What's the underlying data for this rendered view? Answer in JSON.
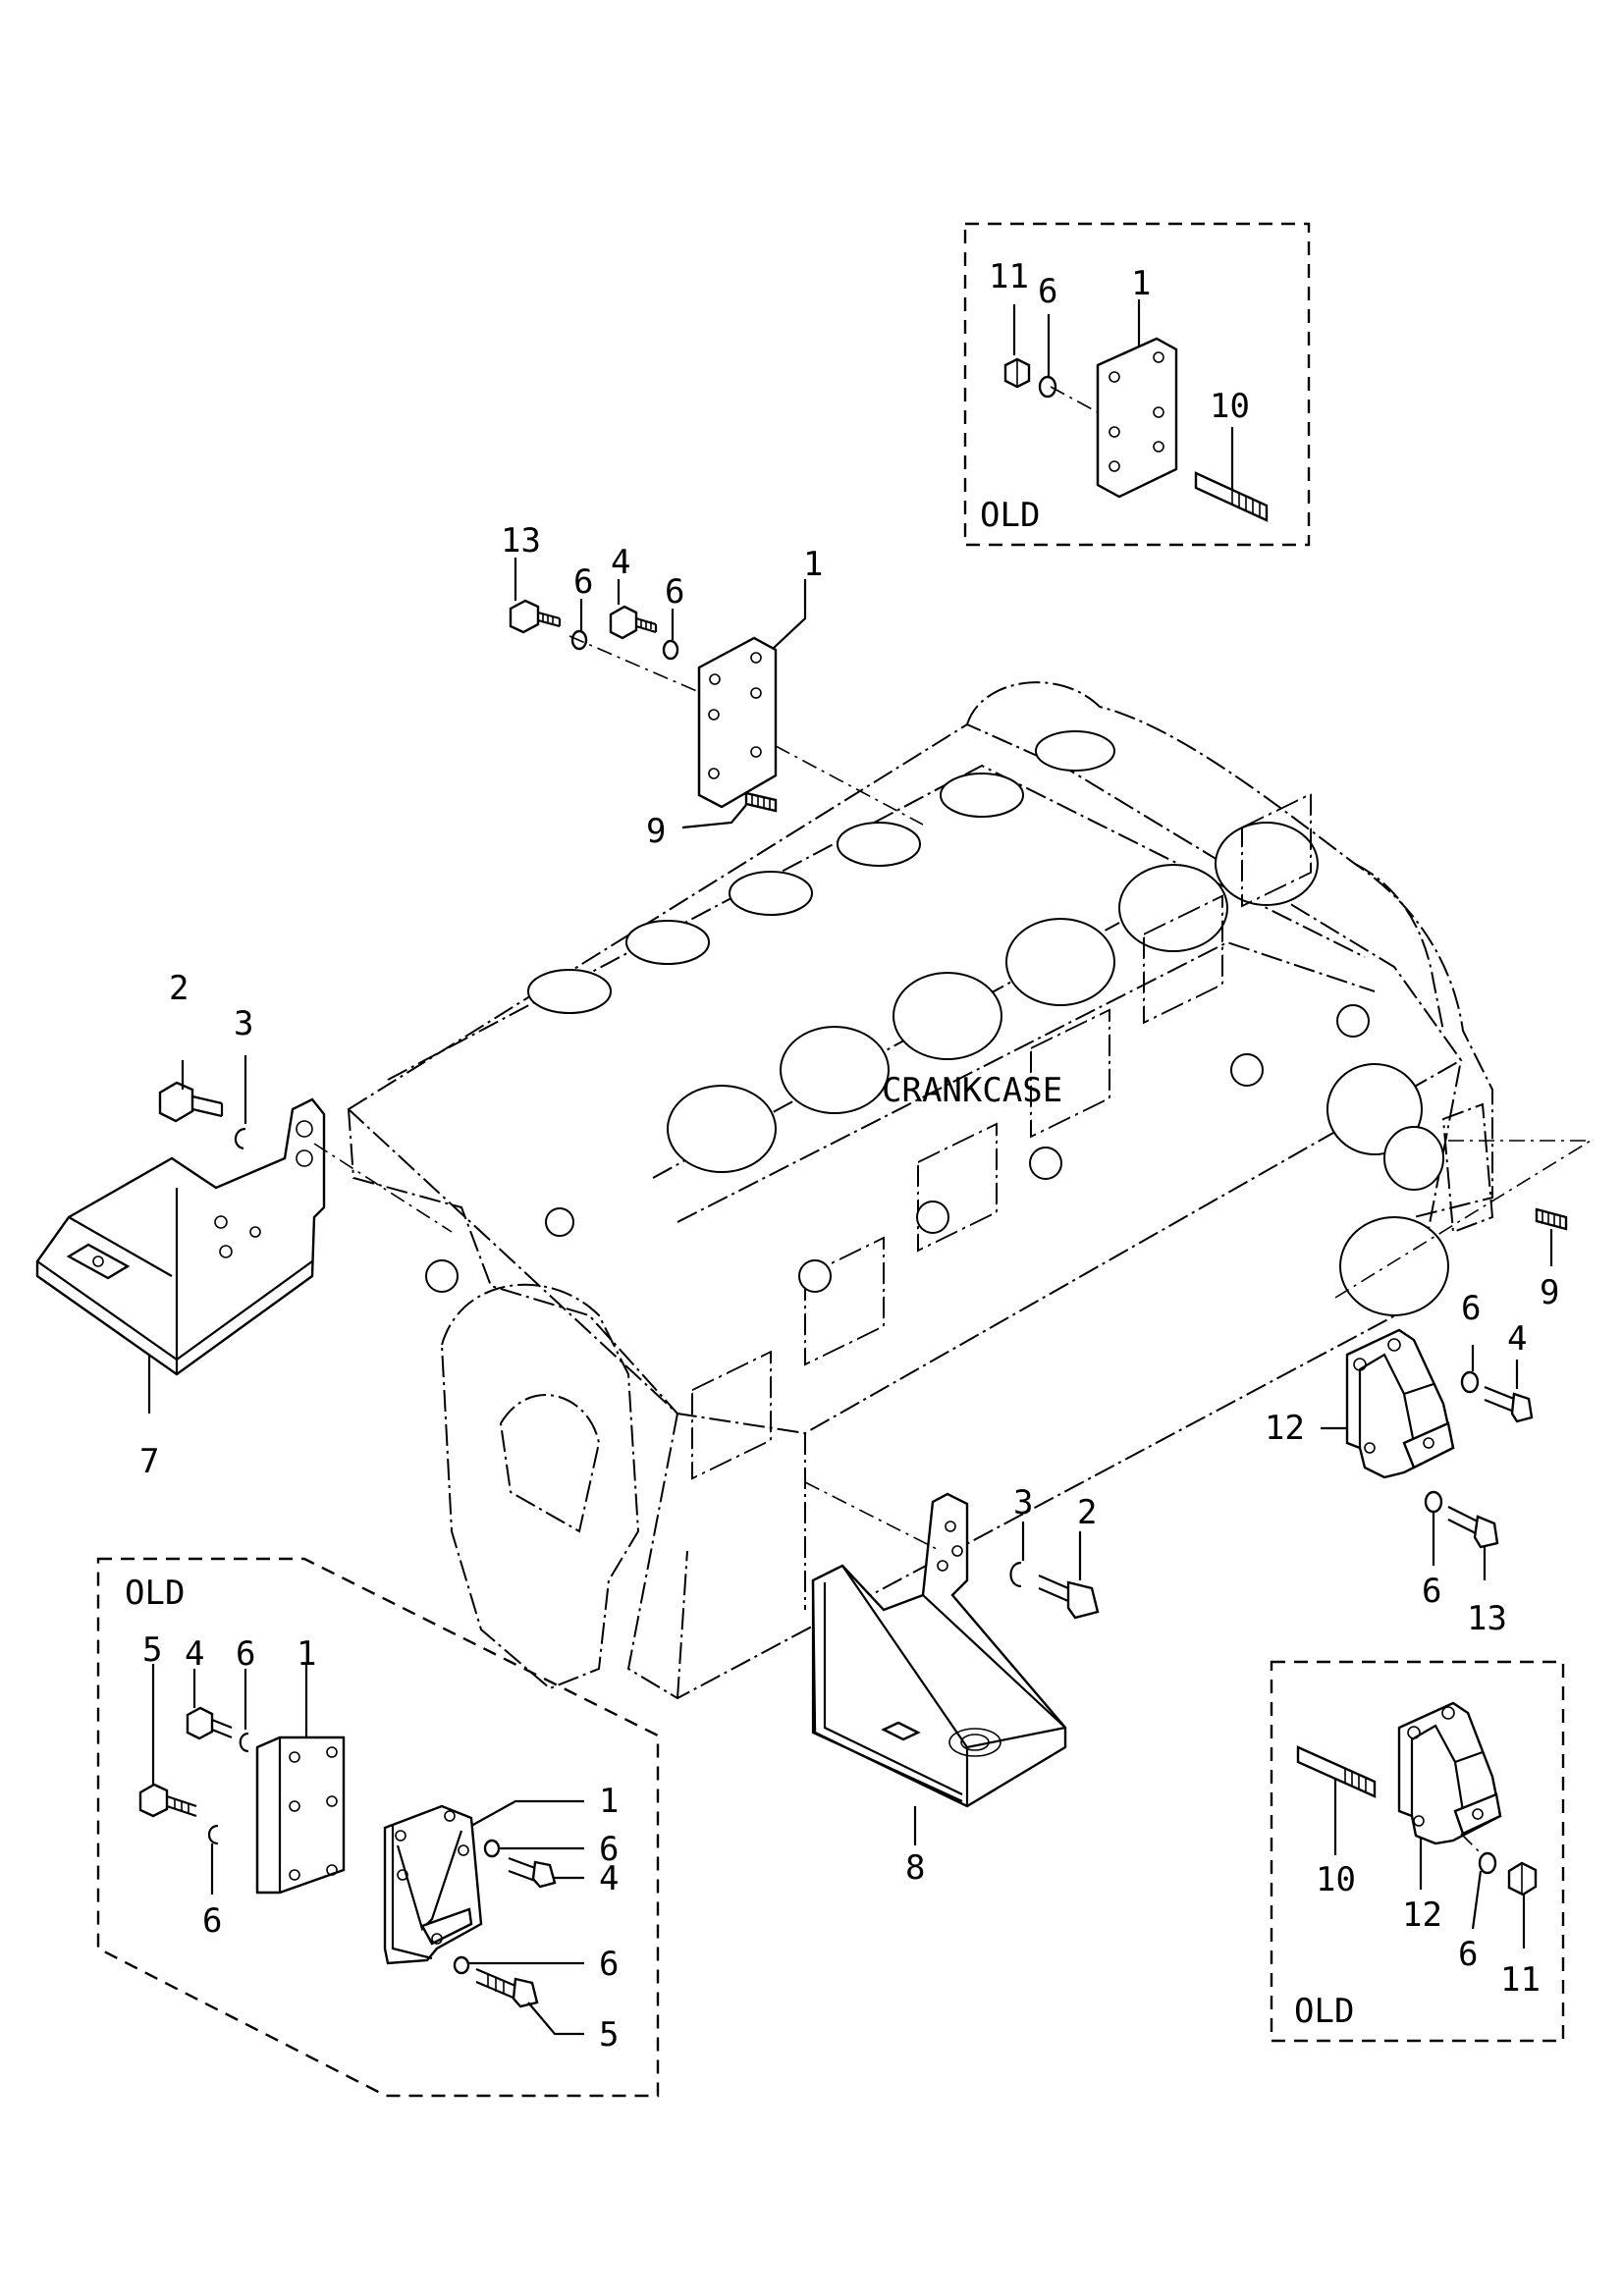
{
  "labels": {
    "crankcase": "CRANKCASE",
    "old_top_right": "OLD",
    "old_bottom_left": "OLD",
    "old_bottom_right": "OLD"
  },
  "callouts": {
    "c1_top": "1",
    "c13_top": "13",
    "c4_top": "4",
    "c6_top_a": "6",
    "c6_top_b": "6",
    "c9_top": "9",
    "c11_tr": "11",
    "c6_tr": "6",
    "c1_tr": "1",
    "c10_tr": "10",
    "c2_left": "2",
    "c3_left": "3",
    "c7_left": "7",
    "c9_right": "9",
    "c6_right_a": "6",
    "c4_right": "4",
    "c12_right": "12",
    "c6_right_b": "6",
    "c13_right": "13",
    "c3_mid": "3",
    "c2_mid": "2",
    "c8_mid": "8",
    "c5_bl_a": "5",
    "c4_bl_a": "4",
    "c6_bl_a": "6",
    "c1_bl_a": "1",
    "c6_bl_b": "6",
    "c1_bl_b": "1",
    "c6_bl_c": "6",
    "c4_bl_b": "4",
    "c6_bl_d": "6",
    "c5_bl_b": "5",
    "c10_br": "10",
    "c12_br": "12",
    "c6_br": "6",
    "c11_br": "11"
  }
}
